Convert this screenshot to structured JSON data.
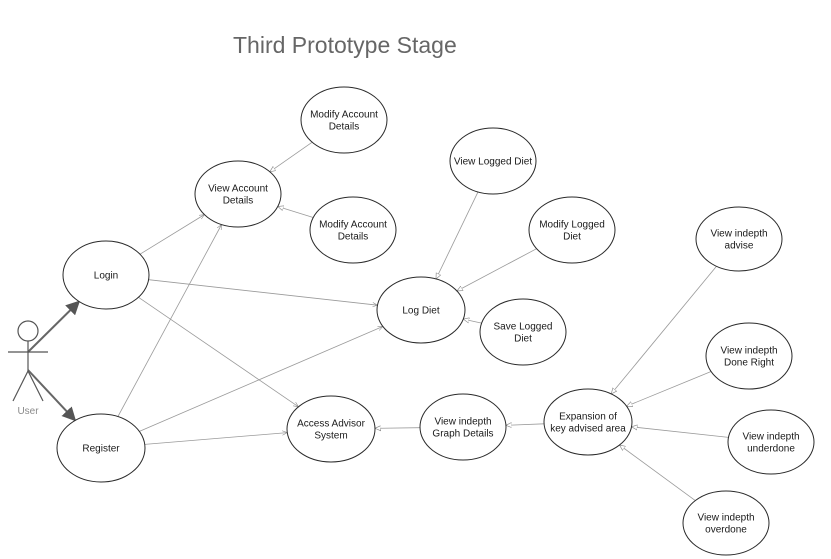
{
  "title": "Third Prototype Stage",
  "actor": {
    "label": "User"
  },
  "use_cases": [
    {
      "id": "login",
      "lines": [
        "Login"
      ]
    },
    {
      "id": "register",
      "lines": [
        "Register"
      ]
    },
    {
      "id": "view_account",
      "lines": [
        "View Account",
        "Details"
      ]
    },
    {
      "id": "modify_account_1",
      "lines": [
        "Modify Account",
        "Details"
      ]
    },
    {
      "id": "modify_account_2",
      "lines": [
        "Modify Account",
        "Details"
      ]
    },
    {
      "id": "view_logged_diet",
      "lines": [
        "View Logged Diet"
      ]
    },
    {
      "id": "modify_logged_diet",
      "lines": [
        "Modify Logged",
        "Diet"
      ]
    },
    {
      "id": "log_diet",
      "lines": [
        "Log Diet"
      ]
    },
    {
      "id": "save_logged_diet",
      "lines": [
        "Save Logged",
        "Diet"
      ]
    },
    {
      "id": "access_advisor",
      "lines": [
        "Access Advisor",
        "System"
      ]
    },
    {
      "id": "view_graph",
      "lines": [
        "View indepth",
        "Graph Details"
      ]
    },
    {
      "id": "expansion",
      "lines": [
        "Expansion of",
        "key advised area"
      ]
    },
    {
      "id": "view_advise",
      "lines": [
        "View indepth",
        "advise"
      ]
    },
    {
      "id": "view_done_right",
      "lines": [
        "View indepth",
        "Done Right"
      ]
    },
    {
      "id": "view_underdone",
      "lines": [
        "View indepth",
        "underdone"
      ]
    },
    {
      "id": "view_overdone",
      "lines": [
        "View indepth",
        "overdone"
      ]
    }
  ],
  "relations": [
    {
      "type": "association",
      "from": "actor",
      "to": "login"
    },
    {
      "type": "association",
      "from": "actor",
      "to": "register"
    },
    {
      "type": "dependency",
      "from": "login",
      "to": "view_account"
    },
    {
      "type": "dependency",
      "from": "login",
      "to": "log_diet"
    },
    {
      "type": "dependency",
      "from": "login",
      "to": "access_advisor"
    },
    {
      "type": "dependency",
      "from": "register",
      "to": "view_account"
    },
    {
      "type": "dependency",
      "from": "register",
      "to": "log_diet"
    },
    {
      "type": "dependency",
      "from": "register",
      "to": "access_advisor"
    },
    {
      "type": "extend",
      "from": "modify_account_1",
      "to": "view_account"
    },
    {
      "type": "extend",
      "from": "modify_account_2",
      "to": "view_account"
    },
    {
      "type": "extend",
      "from": "view_logged_diet",
      "to": "log_diet"
    },
    {
      "type": "extend",
      "from": "modify_logged_diet",
      "to": "log_diet"
    },
    {
      "type": "extend",
      "from": "save_logged_diet",
      "to": "log_diet"
    },
    {
      "type": "extend",
      "from": "view_graph",
      "to": "access_advisor"
    },
    {
      "type": "extend",
      "from": "expansion",
      "to": "view_graph"
    },
    {
      "type": "extend",
      "from": "view_advise",
      "to": "expansion"
    },
    {
      "type": "extend",
      "from": "view_done_right",
      "to": "expansion"
    },
    {
      "type": "extend",
      "from": "view_underdone",
      "to": "expansion"
    },
    {
      "type": "extend",
      "from": "view_overdone",
      "to": "expansion"
    }
  ],
  "colors": {
    "title": "#666666",
    "line": "#9a9a9a",
    "ellipse_stroke": "#2a2a2a",
    "actor": "#555555"
  }
}
